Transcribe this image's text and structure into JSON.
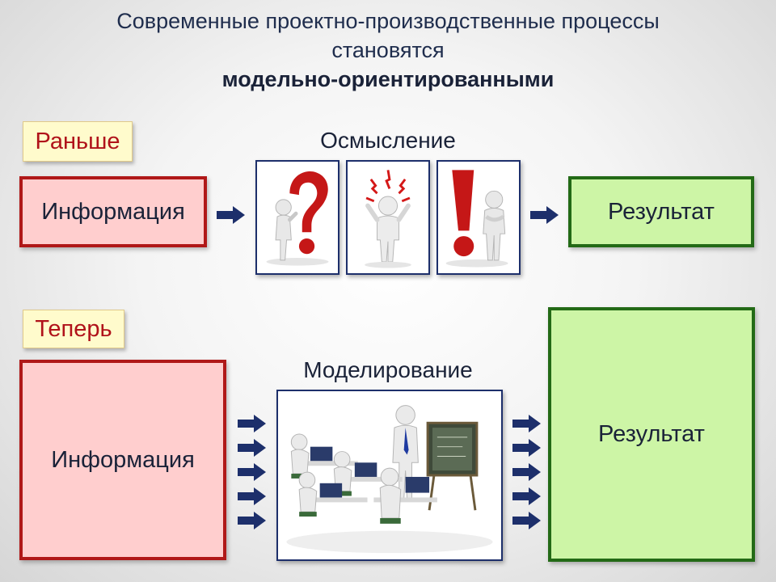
{
  "title": {
    "line1": "Современные проектно-производственные процессы",
    "line2": "становятся",
    "line3": "модельно-ориентированными"
  },
  "before": {
    "tag": "Раньше",
    "process_label": "Осмысление",
    "info": "Информация",
    "result": "Результат"
  },
  "now": {
    "tag": "Теперь",
    "process_label": "Моделирование",
    "info": "Информация",
    "result": "Результат"
  },
  "colors": {
    "tag_text": "#b0121a",
    "info_fill": "#ffcece",
    "info_border": "#b01818",
    "result_fill": "#cdf5a6",
    "result_border": "#236a16",
    "arrow": "#1d2f6b"
  },
  "icons": [
    "question-mark-figure-icon",
    "stressed-figure-icon",
    "exclamation-mark-figure-icon",
    "classroom-figures-icon",
    "arrow-right-icon"
  ]
}
